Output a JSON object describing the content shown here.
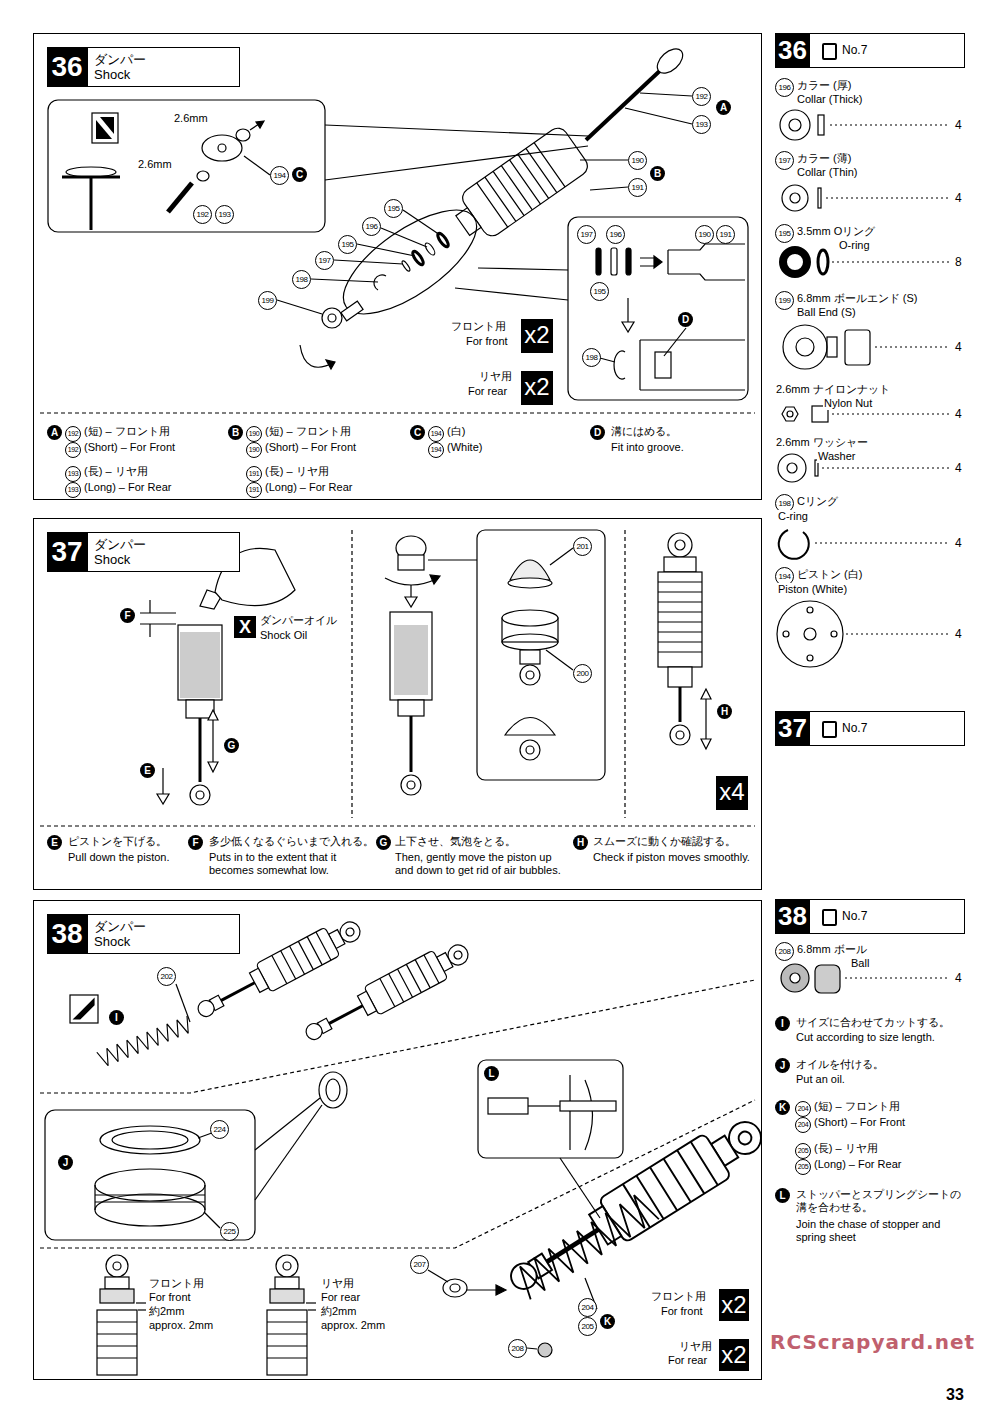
{
  "diagram": {
    "nodes": [
      {
        "text": [
          "36",
          "ダンパー Shock"
        ]
      },
      {
        "text": [
          "x2"
        ],
        "in": 0
      },
      {
        "text": [
          "x2"
        ],
        "in": 0
      },
      {
        "text": [
          "37",
          "ダンパー Shock"
        ]
      },
      {
        "text": [
          "x4"
        ],
        "in": 3
      },
      {
        "text": [
          "38",
          "ダンパー Shock"
        ]
      },
      {
        "text": [
          "x2"
        ],
        "in": 5
      },
      {
        "text": [
          "x2"
        ],
        "in": 5
      },
      {
        "text": [
          "36",
          "No.7"
        ]
      },
      {
        "text": [
          "37",
          "No.7"
        ]
      },
      {
        "text": [
          "38",
          "No.7"
        ]
      }
    ],
    "labels": [
      "2.6mm",
      "2.6mm",
      "194",
      "C",
      "192",
      "193",
      "192",
      "193",
      "A",
      "190",
      "191",
      "B",
      "195",
      "196",
      "195",
      "197",
      "198",
      "199",
      "197",
      "196",
      "190",
      "191",
      "195",
      "198",
      "D",
      "フロント用",
      "For front",
      "リヤ用",
      "For rear",
      "A",
      "192",
      "(短) – フロント用",
      "192",
      "(Short) – For Front",
      "193",
      "(長) – リヤ用",
      "193",
      "(Long) – For Rear",
      "B",
      "190",
      "(短) – フロント用",
      "190",
      "(Short) – For Front",
      "191",
      "(長) – リヤ用",
      "191",
      "(Long) – For Rear",
      "C",
      "194",
      "(白)",
      "194",
      "(White)",
      "D",
      "溝にはめる。",
      "Fit into groove.",
      "F",
      "X",
      "ダンパーオイル",
      "Shock Oil",
      "G",
      "E",
      "201",
      "200",
      "H",
      "E",
      "ピストンを下げる。",
      "Pull down the piston.",
      "F",
      "多少低くなるぐらいまで入れる。",
      "Puts in to the extent that it becomes somewhat low.",
      "G",
      "上下させ、気泡をとる。",
      "Then, gently move the piston up and down to get rid of air bubbles.",
      "H",
      "スムーズに動くか確認する。",
      "Check if piston moves smoothly.",
      "202",
      "I",
      "J",
      "224",
      "225",
      "フロント用",
      "For front",
      "約2mm",
      "approx. 2mm",
      "リヤ用",
      "For rear",
      "約2mm",
      "approx. 2mm",
      "L",
      "207",
      "204",
      "205",
      "K",
      "208",
      "フロント用",
      "For front",
      "リヤ用",
      "For rear",
      "196",
      "カラー (厚)",
      "Collar (Thick)",
      "4",
      "197",
      "カラー (薄)",
      "Collar (Thin)",
      "4",
      "195",
      "3.5mm Oリング",
      "O-ring",
      "8",
      "199",
      "6.8mm ボールエンド (S)",
      "Ball End (S)",
      "4",
      "2.6mm ナイロンナット",
      "Nylon Nut",
      "4",
      "2.6mm ワッシャー",
      "Washer",
      "4",
      "198",
      "Cリング",
      "C-ring",
      "4",
      "194",
      "ピストン (白)",
      "Piston (White)",
      "4",
      "208",
      "6.8mm ボール",
      "Ball",
      "4",
      "I",
      "サイズに合わせてカットする。",
      "Cut according to size length.",
      "J",
      "オイルを付ける。",
      "Put an oil.",
      "K",
      "204",
      "(短) – フロント用",
      "204",
      "(Short) – For Front",
      "205",
      "(長) – リヤ用",
      "205",
      "(Long) – For Rear",
      "L",
      "ストッパーとスプリングシートの溝を合わせる。",
      "Join the chase of stopper and spring sheet",
      "33",
      "RCScrapyard.net"
    ]
  }
}
